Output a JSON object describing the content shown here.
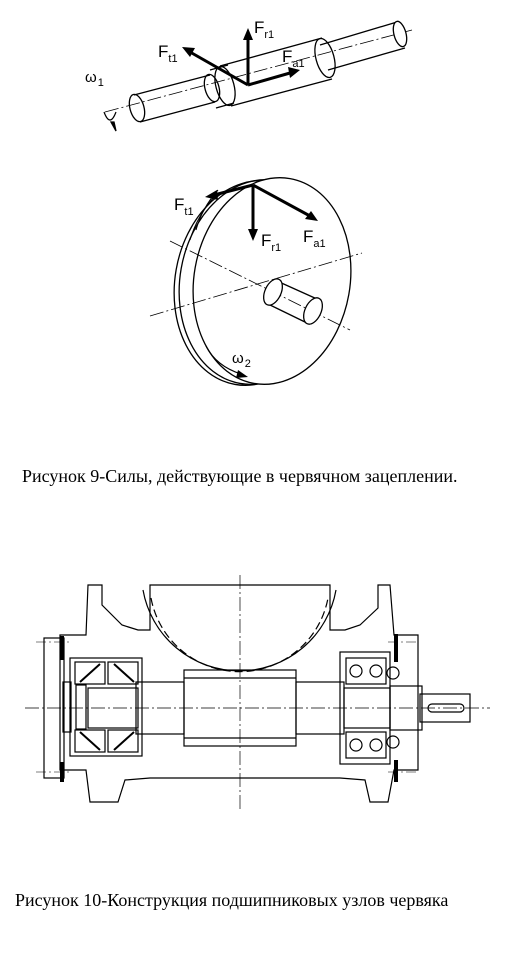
{
  "figure9": {
    "caption": "Рисунок 9-Силы, действующие в червячном зацеплении.",
    "worm": {
      "force_labels": [
        {
          "main": "F",
          "sub": "r1"
        },
        {
          "main": "F",
          "sub": "t1"
        },
        {
          "main": "F",
          "sub": "a1"
        }
      ],
      "omega": {
        "main": "ω",
        "sub": "1"
      }
    },
    "wheel": {
      "force_labels": [
        {
          "main": "F",
          "sub": "t1"
        },
        {
          "main": "F",
          "sub": "r1"
        },
        {
          "main": "F",
          "sub": "a1"
        }
      ],
      "omega": {
        "main": "ω",
        "sub": "2"
      }
    }
  },
  "figure10": {
    "caption": "Рисунок 10-Конструкция подшипниковых узлов червяка"
  }
}
